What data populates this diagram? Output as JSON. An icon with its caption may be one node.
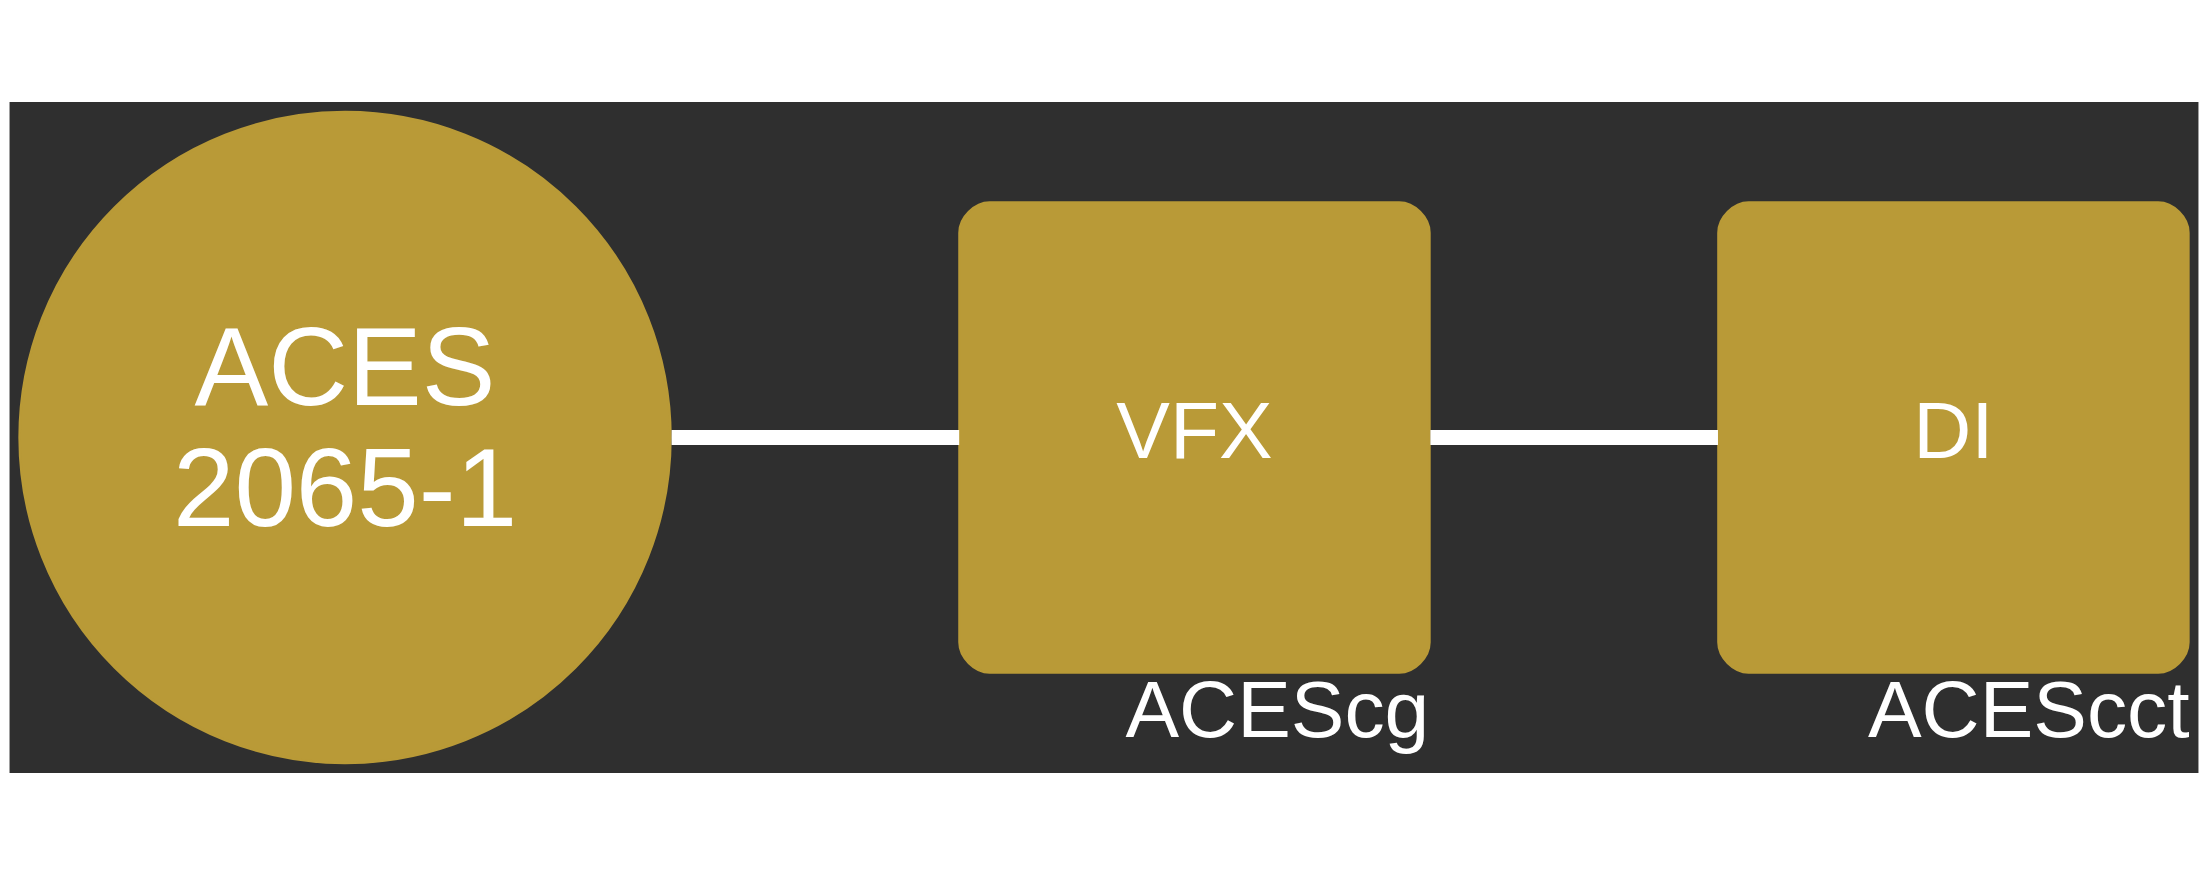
{
  "diagram": {
    "nodes": [
      {
        "text": [
          "ACES",
          "2065-1"
        ]
      },
      {
        "text": [
          "VFX"
        ],
        "beside": [
          "ACEScg"
        ]
      },
      {
        "text": [
          "DI"
        ],
        "beside": [
          "ACEScct"
        ]
      }
    ],
    "edges": [
      {
        "from": 0,
        "to": 1,
        "arrow": "none"
      },
      {
        "from": 1,
        "to": 2,
        "arrow": "none"
      }
    ]
  }
}
